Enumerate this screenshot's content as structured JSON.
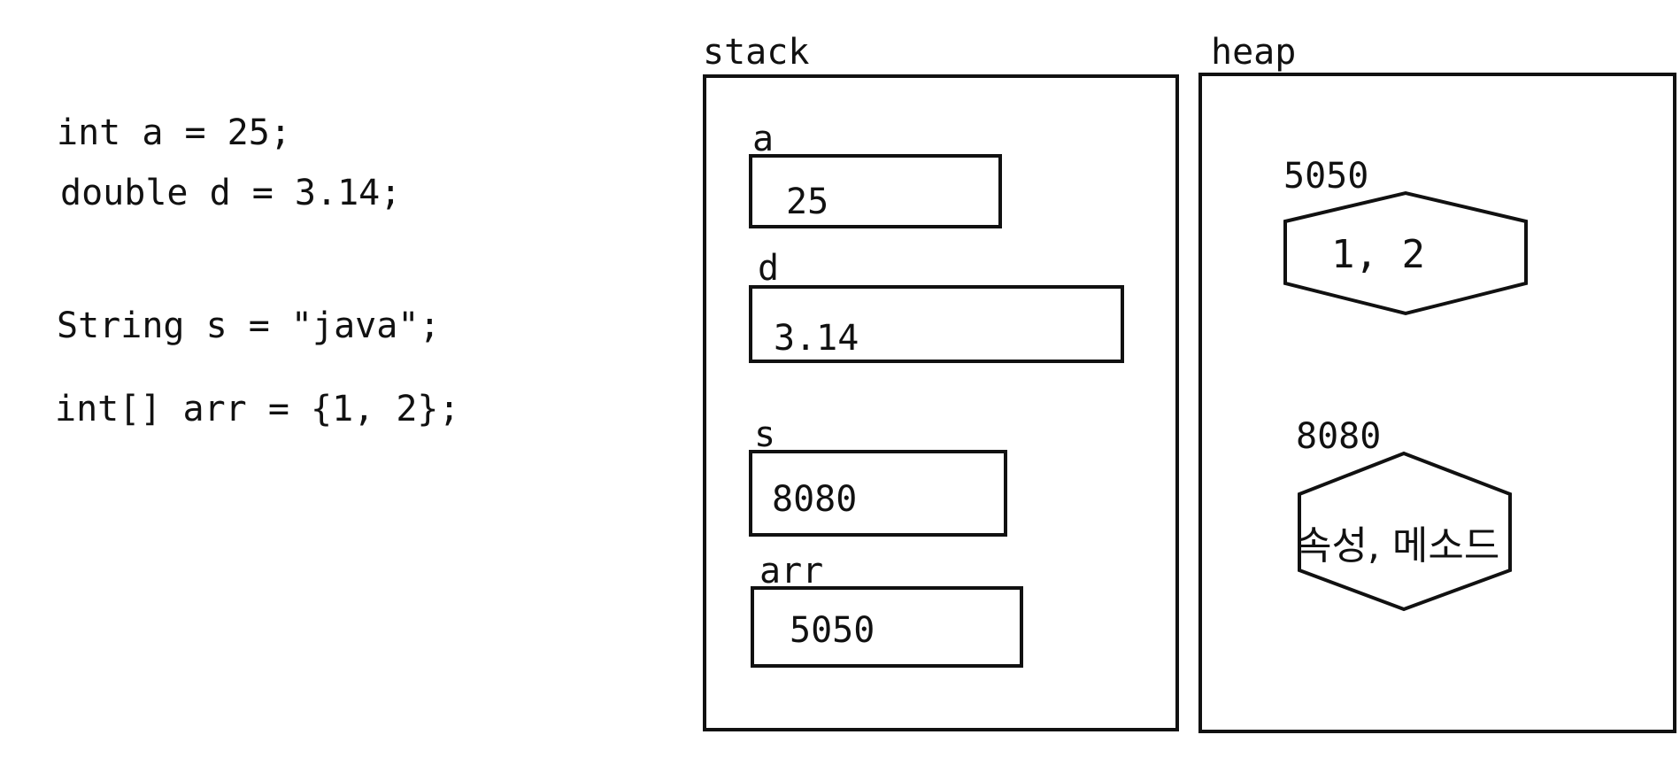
{
  "code": {
    "lines": [
      "int a = 25;",
      "double d = 3.14;",
      "String s = \"java\";",
      "int[] arr = {1, 2};"
    ]
  },
  "stack": {
    "title": "stack",
    "vars": [
      {
        "name": "a",
        "value": "25"
      },
      {
        "name": "d",
        "value": "3.14"
      },
      {
        "name": "s",
        "value": "8080"
      },
      {
        "name": "arr",
        "value": "5050"
      }
    ]
  },
  "heap": {
    "title": "heap",
    "objects": [
      {
        "address": "5050",
        "content": "1, 2"
      },
      {
        "address": "8080",
        "content": "속성, 메소드"
      }
    ]
  },
  "colors": {
    "stroke": "#111111",
    "background": "#ffffff"
  }
}
